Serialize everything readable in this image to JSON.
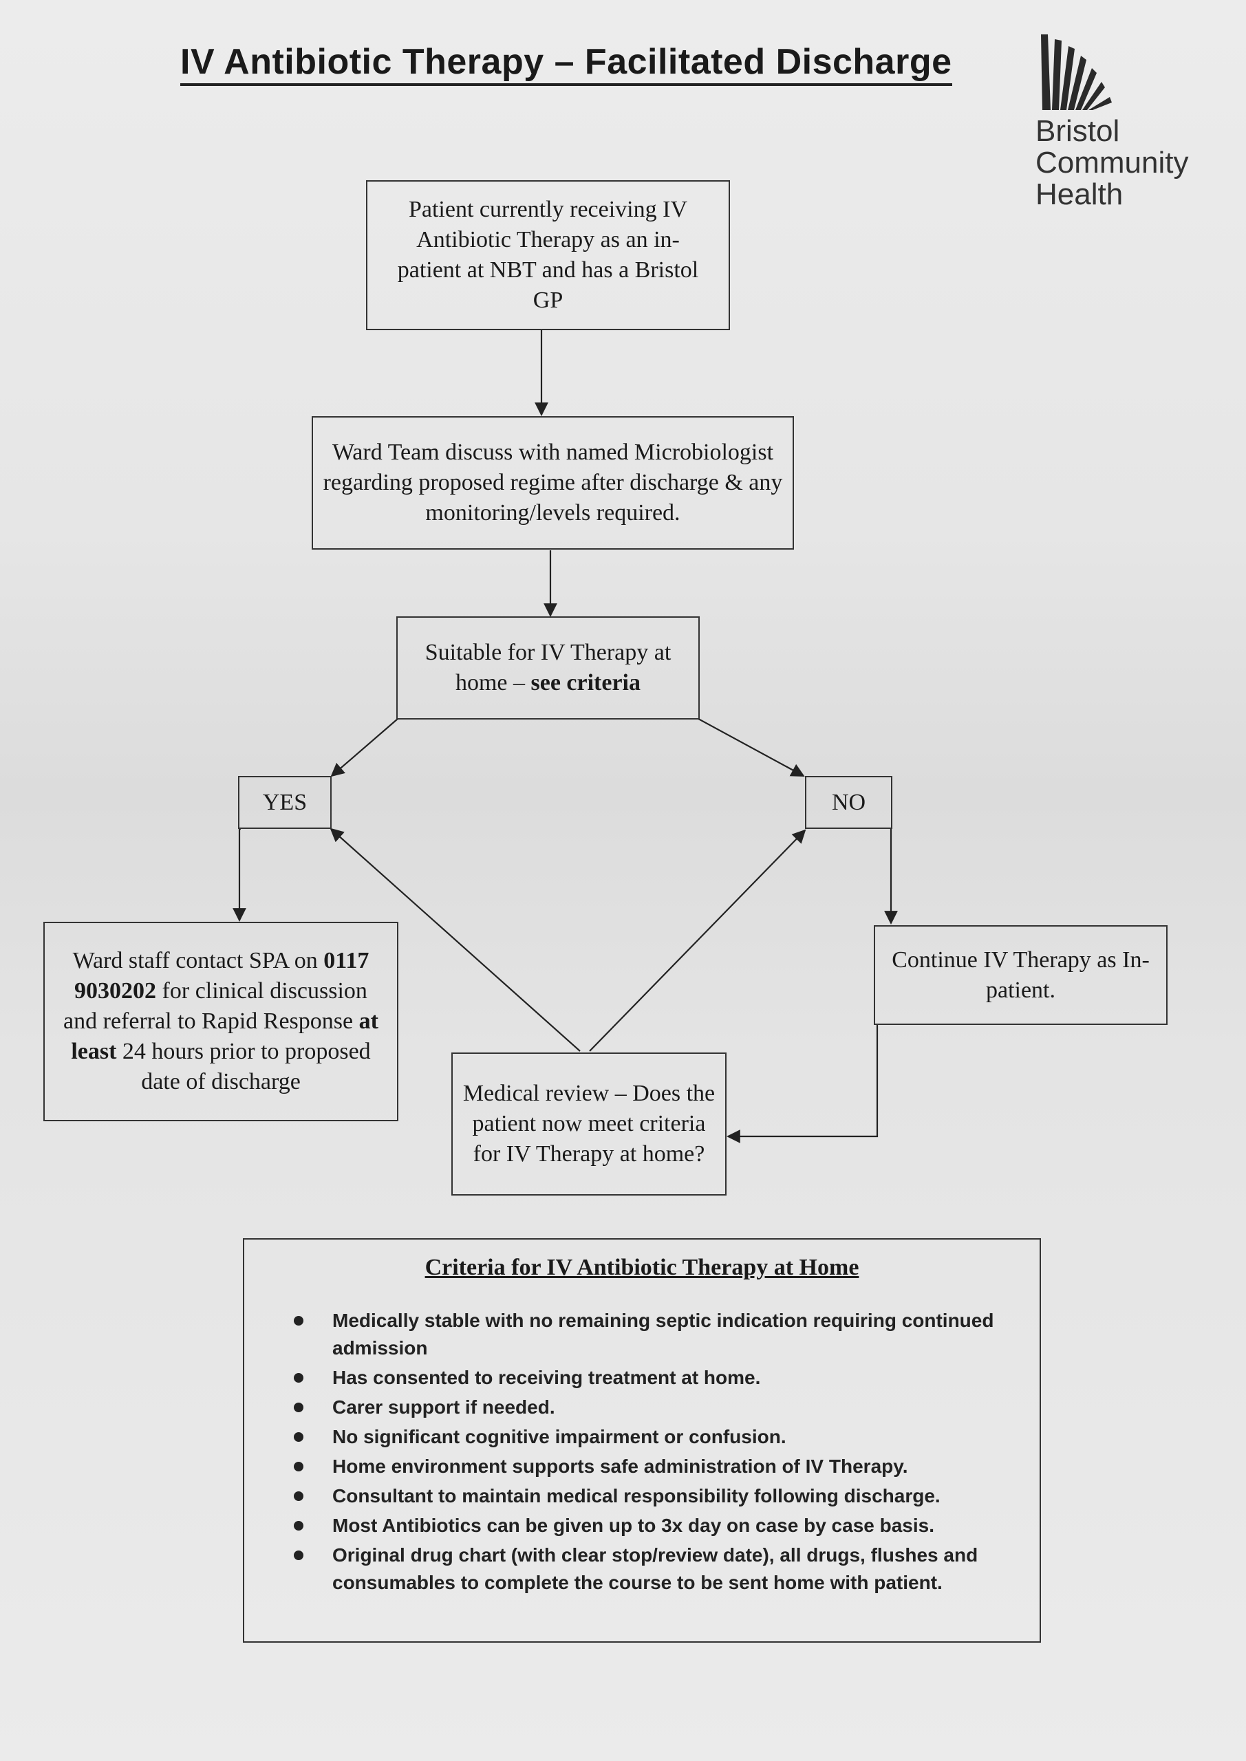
{
  "title": "IV Antibiotic Therapy – Facilitated Discharge",
  "logo": {
    "lines": [
      "Bristol",
      "Community",
      "Health"
    ],
    "icon": "fan-logo-icon"
  },
  "nodes": {
    "start": "Patient currently receiving IV Antibiotic Therapy as an in-patient at NBT and has a Bristol GP",
    "ward_team": "Ward Team discuss with named Microbiologist regarding proposed regime after discharge & any monitoring/levels required.",
    "suitable_prefix": "Suitable for IV Therapy at home – ",
    "suitable_bold": "see criteria",
    "yes": "YES",
    "no": "NO",
    "ward_staff_a": "Ward staff contact SPA on ",
    "ward_staff_phone": "0117 9030202",
    "ward_staff_b": " for clinical discussion and referral to Rapid Response ",
    "ward_staff_bold": "at least",
    "ward_staff_c": " 24 hours prior to proposed date of discharge",
    "continue": "Continue IV Therapy as In-patient.",
    "review": "Medical review – Does the patient now meet criteria for IV Therapy at home?"
  },
  "criteria": {
    "title": "Criteria for IV Antibiotic Therapy at Home",
    "items": [
      "Medically stable with no remaining septic indication requiring continued admission",
      "Has consented to receiving treatment at home.",
      "Carer support if needed.",
      "No significant cognitive impairment or confusion.",
      "Home environment supports safe administration of IV Therapy.",
      "Consultant to maintain medical responsibility following discharge.",
      "Most Antibiotics can be given up to 3x day on case by case basis.",
      "Original drug chart (with clear stop/review date), all drugs, flushes and consumables to complete the course to be sent home with patient."
    ]
  },
  "colors": {
    "ink": "#1a1a1a",
    "paper": "#e6e6e6"
  }
}
